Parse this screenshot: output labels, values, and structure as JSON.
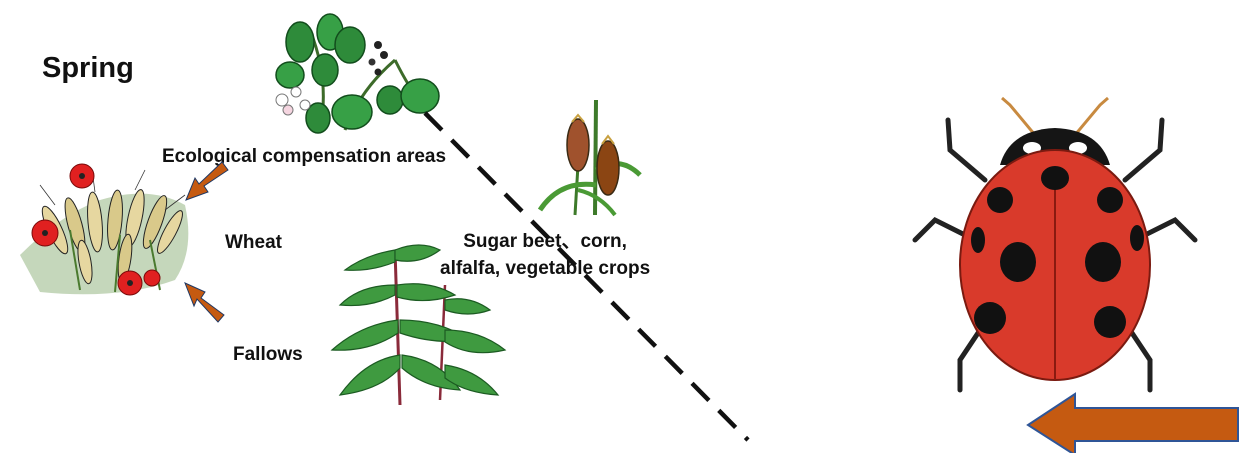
{
  "season": "Spring",
  "labels": {
    "ecological_areas": "Ecological  compensation areas",
    "wheat": "Wheat",
    "fallows": "Fallows",
    "crops_line1": "Sugar beet、corn,",
    "crops_line2": "alfalfa,  vegetable crops"
  },
  "icons": {
    "eca_plant": "flowering-shrub-icon",
    "wheat_plant": "wheat-poppy-icon",
    "crop_plant": "corn-plant-icon",
    "fallow_plant": "nettle-plant-icon",
    "insect": "ladybird-icon"
  },
  "colors": {
    "arrow": "#C55A11",
    "arrow_outline": "#2F5597",
    "ladybird": "#D93A2B",
    "leaf": "#2E8B3A"
  }
}
